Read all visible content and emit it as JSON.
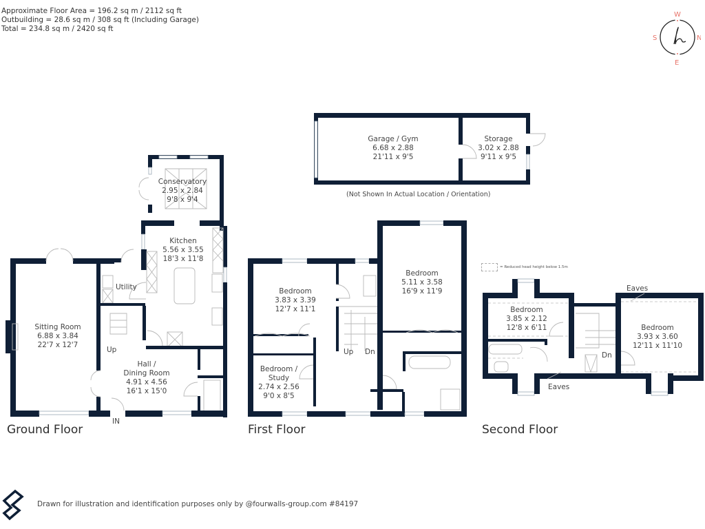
{
  "area_info": {
    "approx_floor_area": "Approximate Floor Area = 196.2 sq m / 2112 sq ft",
    "outbuilding": "Outbuilding = 28.6 sq m / 308 sq ft (Including Garage)",
    "total": "Total = 234.8 sq m / 2420 sq ft"
  },
  "compass": {
    "north": "N",
    "south": "S",
    "east": "E",
    "west": "W",
    "accent_color": "#e8746a"
  },
  "outbuilding": {
    "rooms": [
      {
        "name": "Garage / Gym",
        "metric": "6.68 x 2.88",
        "imperial": "21'11 x 9'5"
      },
      {
        "name": "Storage",
        "metric": "3.02 x 2.88",
        "imperial": "9'11 x 9'5"
      }
    ],
    "note": "(Not Shown In Actual Location / Orientation)"
  },
  "ground_floor": {
    "label": "Ground Floor",
    "rooms": [
      {
        "name": "Conservatory",
        "metric": "2.95 x 2.84",
        "imperial": "9'8 x 9'4"
      },
      {
        "name": "Kitchen",
        "metric": "5.56 x 3.55",
        "imperial": "18'3 x 11'8"
      },
      {
        "name": "Sitting Room",
        "metric": "6.88 x 3.84",
        "imperial": "22'7 x 12'7"
      },
      {
        "name": "Hall /",
        "name2": "Dining Room",
        "metric": "4.91 x 4.56",
        "imperial": "16'1 x 15'0"
      }
    ],
    "utility_label": "Utility",
    "up_label": "Up",
    "entrance_label": "IN"
  },
  "first_floor": {
    "label": "First Floor",
    "rooms": [
      {
        "name": "Bedroom",
        "metric": "3.83 x 3.39",
        "imperial": "12'7 x 11'1"
      },
      {
        "name": "Bedroom",
        "metric": "5.11 x 3.58",
        "imperial": "16'9 x 11'9"
      },
      {
        "name": "Bedroom /",
        "name2": "Study",
        "metric": "2.74 x 2.56",
        "imperial": "9'0 x 8'5"
      }
    ],
    "up_label": "Up",
    "down_label": "Dn"
  },
  "second_floor": {
    "label": "Second Floor",
    "legend": "= Reduced head height below 1.5m",
    "rooms": [
      {
        "name": "Bedroom",
        "metric": "3.85 x 2.12",
        "imperial": "12'8 x 6'11"
      },
      {
        "name": "Bedroom",
        "metric": "3.93 x 3.60",
        "imperial": "12'11 x 11'10"
      }
    ],
    "eaves_top": "Eaves",
    "eaves_bottom": "Eaves",
    "down_label": "Dn"
  },
  "footer": {
    "text": "Drawn for illustration and identification purposes only by @fourwalls-group.com #84197"
  },
  "colors": {
    "wall": "#0f1f36",
    "window": "#c9d3dc",
    "fixture": "#b8b8b8"
  }
}
